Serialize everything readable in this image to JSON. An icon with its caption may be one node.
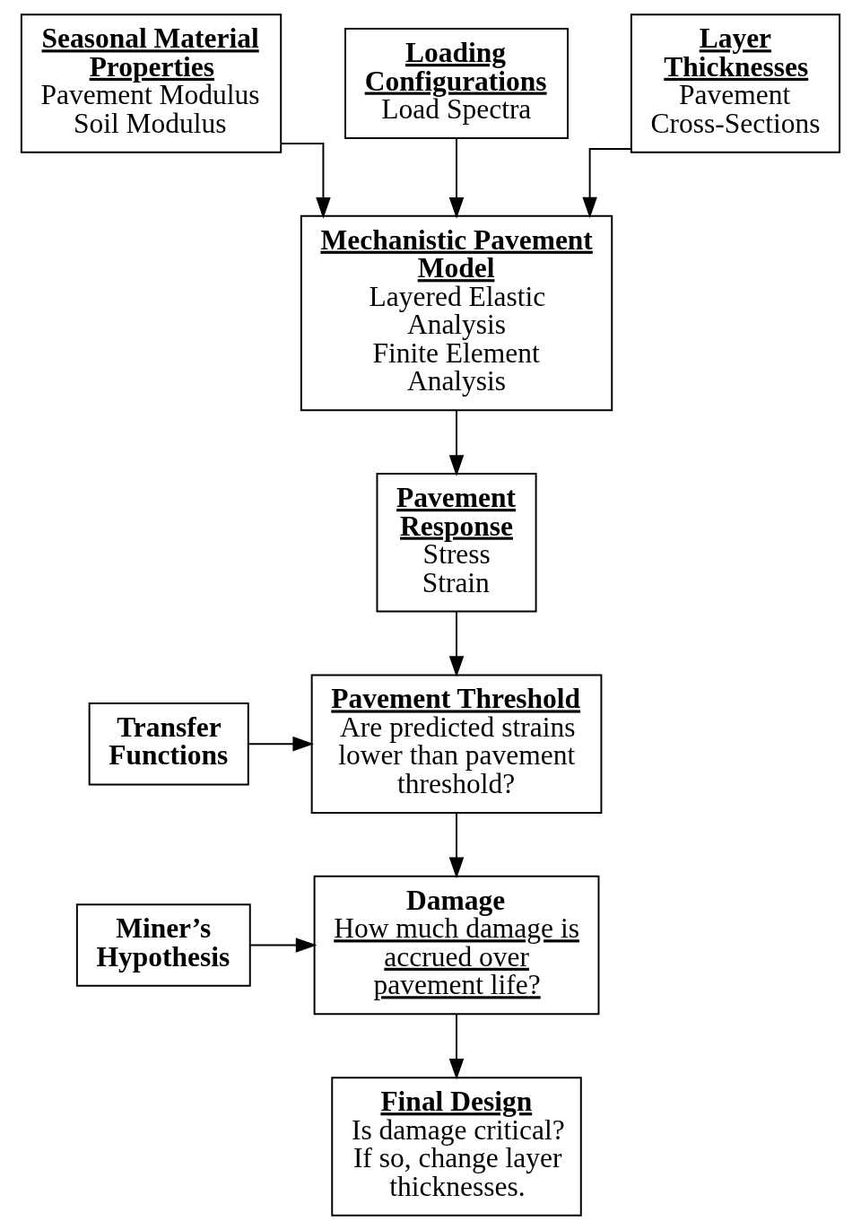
{
  "diagram": {
    "nodes": [
      {
        "text": [
          "Seasonal Material Properties",
          "Pavement Modulus",
          "Soil Modulus"
        ]
      },
      {
        "text": [
          "Loading Configurations",
          "Load Spectra"
        ]
      },
      {
        "text": [
          "Layer Thicknesses",
          "Pavement Cross-Sections"
        ]
      },
      {
        "text": [
          "Mechanistic Pavement Model",
          "Layered Elastic Analysis",
          "Finite Element Analysis"
        ]
      },
      {
        "text": [
          "Pavement Response",
          "Stress",
          "Strain"
        ]
      },
      {
        "text": [
          "Pavement Threshold",
          "Are predicted strains lower than pavement threshold?"
        ]
      },
      {
        "text": [
          "Transfer Functions"
        ]
      },
      {
        "text": [
          "Damage",
          "How much damage is accrued over pavement life?"
        ]
      },
      {
        "text": [
          "Miner’s Hypothesis"
        ]
      },
      {
        "text": [
          "Final Design",
          "Is damage critical? If so, change layer thicknesses."
        ]
      }
    ],
    "edges": [
      {
        "from": 0,
        "to": 3,
        "arrow": "to"
      },
      {
        "from": 1,
        "to": 3,
        "arrow": "to"
      },
      {
        "from": 2,
        "to": 3,
        "arrow": "to"
      },
      {
        "from": 3,
        "to": 4,
        "arrow": "to"
      },
      {
        "from": 4,
        "to": 5,
        "arrow": "to"
      },
      {
        "from": 6,
        "to": 5,
        "arrow": "to"
      },
      {
        "from": 5,
        "to": 7,
        "arrow": "to"
      },
      {
        "from": 8,
        "to": 7,
        "arrow": "to"
      },
      {
        "from": 7,
        "to": 9,
        "arrow": "to"
      }
    ]
  }
}
